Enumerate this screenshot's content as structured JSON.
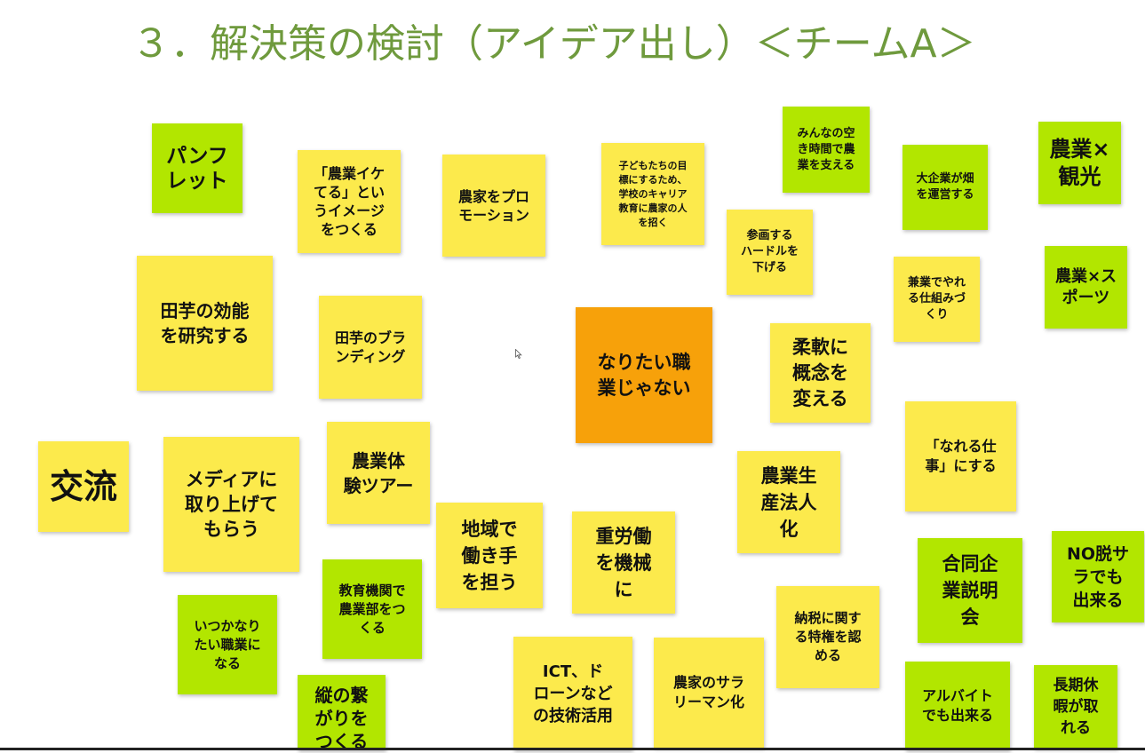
{
  "title": "３．解決策の検討（アイデア出し）＜チームA＞",
  "colors": {
    "title": "#6f9a3d",
    "yellow_note": "#fcea4c",
    "green_note": "#b2e600",
    "orange_note": "#f7a10a"
  },
  "notes": [
    {
      "id": "pamphlet",
      "text": "パンフ\nレット",
      "color": "green"
    },
    {
      "id": "image",
      "text": "「農業イケ\nてる」とい\nうイメージ\nをつくる",
      "color": "yellow"
    },
    {
      "id": "promotion",
      "text": "農家をプロ\nモーション",
      "color": "yellow"
    },
    {
      "id": "career",
      "text": "子どもたちの目\n標にするため、\n学校のキャリア\n教育に農家の人\nを招く",
      "color": "yellow"
    },
    {
      "id": "freetime",
      "text": "みんなの空\nき時間で農\n業を支える",
      "color": "green"
    },
    {
      "id": "bigcorp",
      "text": "大企業が畑\nを運営する",
      "color": "green"
    },
    {
      "id": "tourism",
      "text": "農業×\n観光",
      "color": "green"
    },
    {
      "id": "hurdle",
      "text": "参画する\nハードルを\n下げる",
      "color": "yellow"
    },
    {
      "id": "sidejob",
      "text": "兼業でやれ\nる仕組みづ\nくり",
      "color": "yellow"
    },
    {
      "id": "sports",
      "text": "農業×ス\nポーツ",
      "color": "green"
    },
    {
      "id": "research",
      "text": "田芋の効能\nを研究する",
      "color": "yellow"
    },
    {
      "id": "branding",
      "text": "田芋のブラ\nンディング",
      "color": "yellow"
    },
    {
      "id": "center",
      "text": "なりたい職\n業じゃない",
      "color": "orange"
    },
    {
      "id": "flexible",
      "text": "柔軟に\n概念を\n変える",
      "color": "yellow"
    },
    {
      "id": "canbe",
      "text": "「なれる仕\n事」にする",
      "color": "yellow"
    },
    {
      "id": "exchange",
      "text": "交流",
      "color": "yellow"
    },
    {
      "id": "media",
      "text": "メディアに\n取り上げて\nもらう",
      "color": "yellow"
    },
    {
      "id": "tour",
      "text": "農業体\n験ツアー",
      "color": "yellow"
    },
    {
      "id": "local",
      "text": "地域で\n働き手\nを担う",
      "color": "yellow"
    },
    {
      "id": "mechanize",
      "text": "重労働\nを機械\nに",
      "color": "yellow"
    },
    {
      "id": "corporation",
      "text": "農業生\n産法人\n化",
      "color": "yellow"
    },
    {
      "id": "jobfair",
      "text": "合同企\n業説明\n会",
      "color": "green"
    },
    {
      "id": "nodrop",
      "text": "NO脱サ\nラでも\n出来る",
      "color": "green"
    },
    {
      "id": "someday",
      "text": "いつかなり\nたい職業に\nなる",
      "color": "green"
    },
    {
      "id": "school",
      "text": "教育機関で\n農業部をつ\nくる",
      "color": "green"
    },
    {
      "id": "vertical",
      "text": "縦の繋\nがりを\nつくる",
      "color": "green"
    },
    {
      "id": "ict",
      "text": "ICT、ド\nローンなど\nの技術活用",
      "color": "yellow"
    },
    {
      "id": "salary",
      "text": "農家のサラ\nリーマン化",
      "color": "yellow"
    },
    {
      "id": "tax",
      "text": "納税に関す\nる特権を認\nめる",
      "color": "yellow"
    },
    {
      "id": "parttime",
      "text": "アルバイト\nでも出来る",
      "color": "green"
    },
    {
      "id": "vacation",
      "text": "長期休\n暇が取\nれる",
      "color": "green"
    }
  ]
}
